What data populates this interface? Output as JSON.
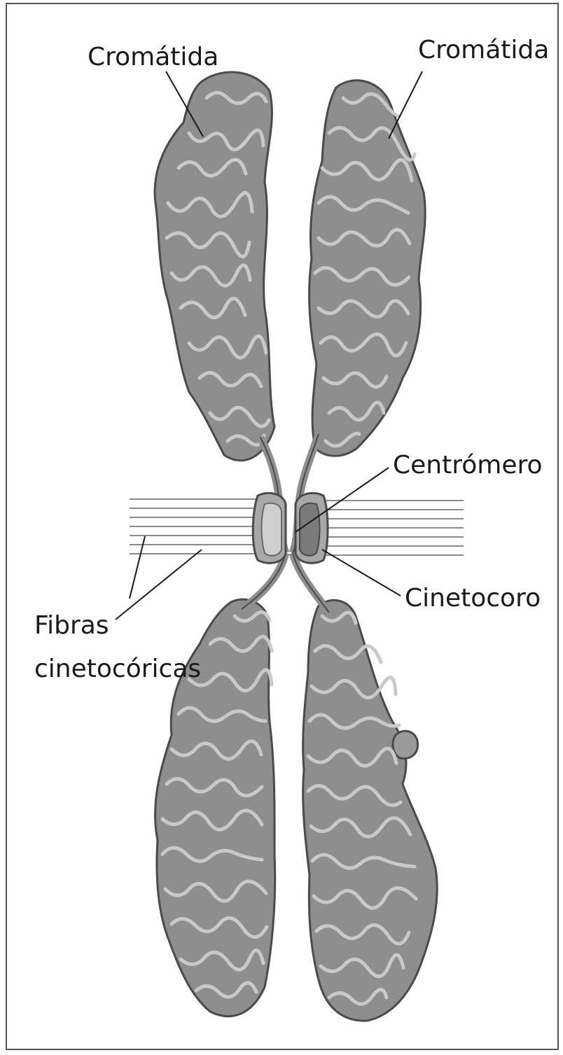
{
  "labels": {
    "chromatid_left": "Cromátida",
    "chromatid_right": "Cromátida",
    "centromere": "Centrómero",
    "kinetochore": "Cinetocoro",
    "fibers_line1": "Fibras",
    "fibers_line2": "cinetocóricas"
  },
  "colors": {
    "frame": "#555555",
    "chromatin_fill": "#8e8e8e",
    "chromatin_coil": "#c9c9c9",
    "chromatin_outline": "#4a4a4a",
    "kinetochore_fill": "#a8a8a8",
    "fiber": "#8a8a8a",
    "leader_line": "#1a1a1a"
  }
}
